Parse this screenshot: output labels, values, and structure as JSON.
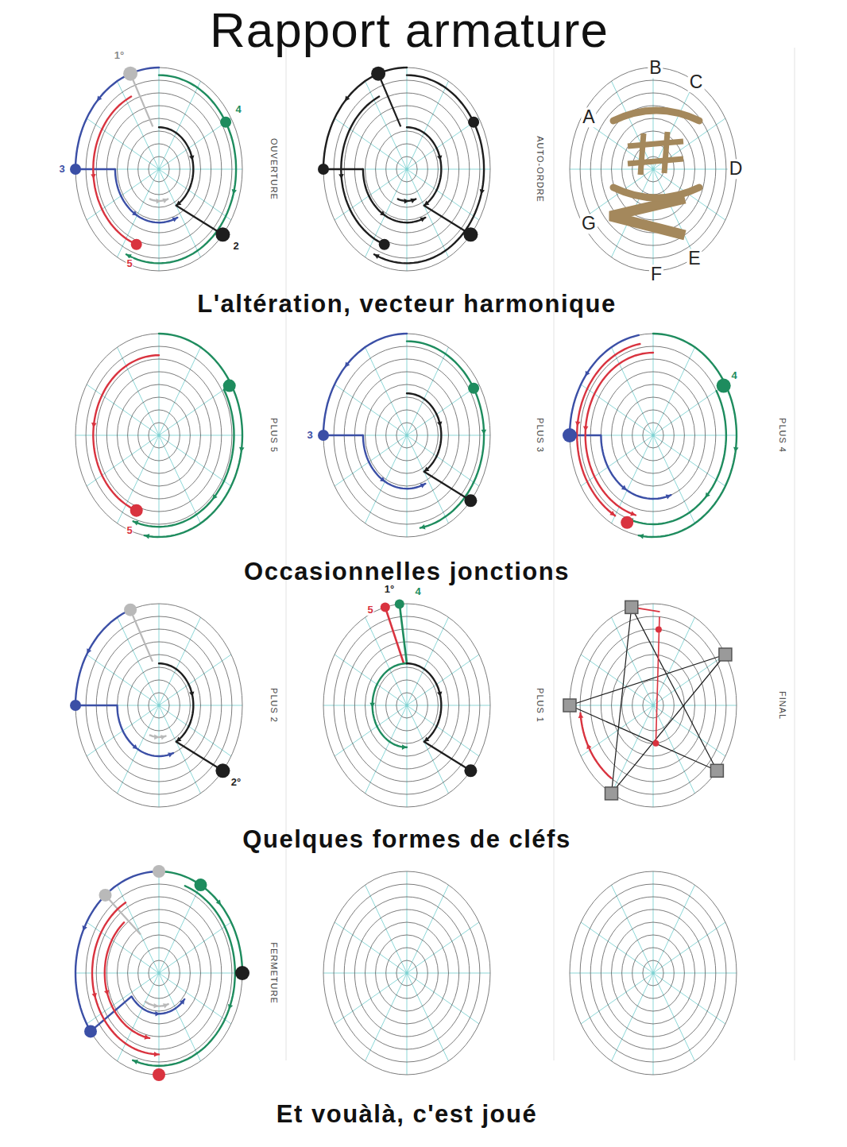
{
  "diagram": {
    "title": "Rapport armature",
    "labels": [
      "L'altération, vecteur harmonique",
      "Occasionnelles jonctions",
      "Quelques formes de cléfs",
      "Et vouàlà, c'est joué",
      "OUVERTURE",
      "AUTO-ORDRE",
      "PLUS 5",
      "PLUS 3",
      "PLUS 4",
      "PLUS 2",
      "PLUS 1",
      "FINAL",
      "FERMETURE",
      "B",
      "C",
      "A",
      "D",
      "E",
      "F",
      "G",
      "1°",
      "4",
      "3",
      "2",
      "5",
      "5",
      "3",
      "4",
      "2°",
      "1°",
      "4",
      "5"
    ]
  }
}
